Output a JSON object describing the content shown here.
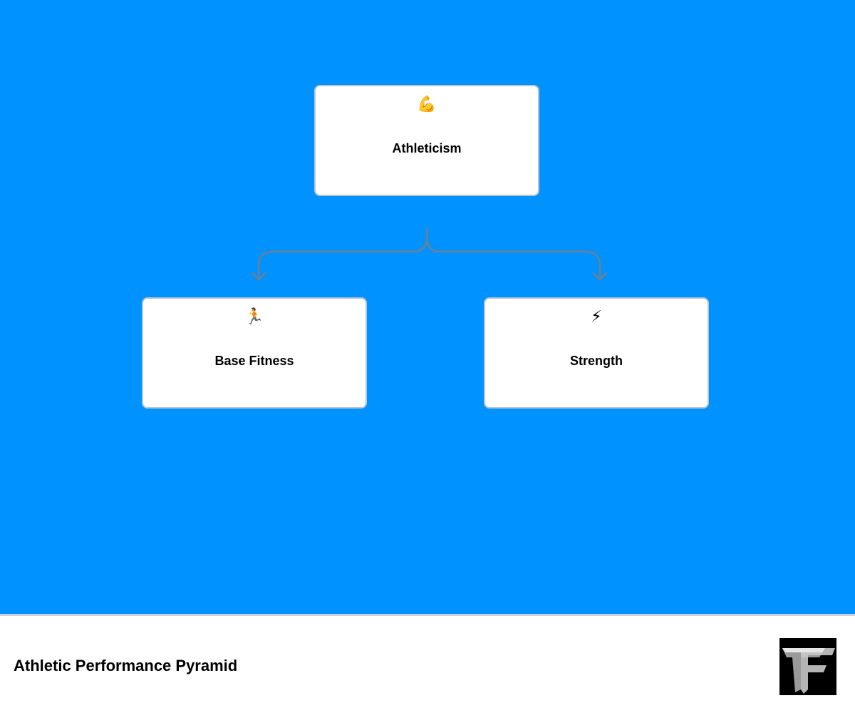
{
  "diagram": {
    "nodes": [
      {
        "id": "athleticism",
        "label": "Athleticism",
        "icon": "flexed-biceps-icon",
        "glyph": "💪"
      },
      {
        "id": "base-fitness",
        "label": "Base Fitness",
        "icon": "runner-icon",
        "glyph": "🏃"
      },
      {
        "id": "strength",
        "label": "Strength",
        "icon": "lightning-icon",
        "glyph": "⚡"
      }
    ],
    "edges": [
      {
        "from": "athleticism",
        "to": "base-fitness"
      },
      {
        "from": "athleticism",
        "to": "strength"
      }
    ]
  },
  "footer": {
    "title": "Athletic Performance Pyramid",
    "logo": "tf-logo-icon"
  },
  "colors": {
    "background": "#0092ff",
    "node_fill": "#ffffff",
    "node_border": "#b9c4d0",
    "connector": "#6f7f90",
    "logo_bg": "#000000",
    "logo_fg": "#9a9a9a"
  }
}
